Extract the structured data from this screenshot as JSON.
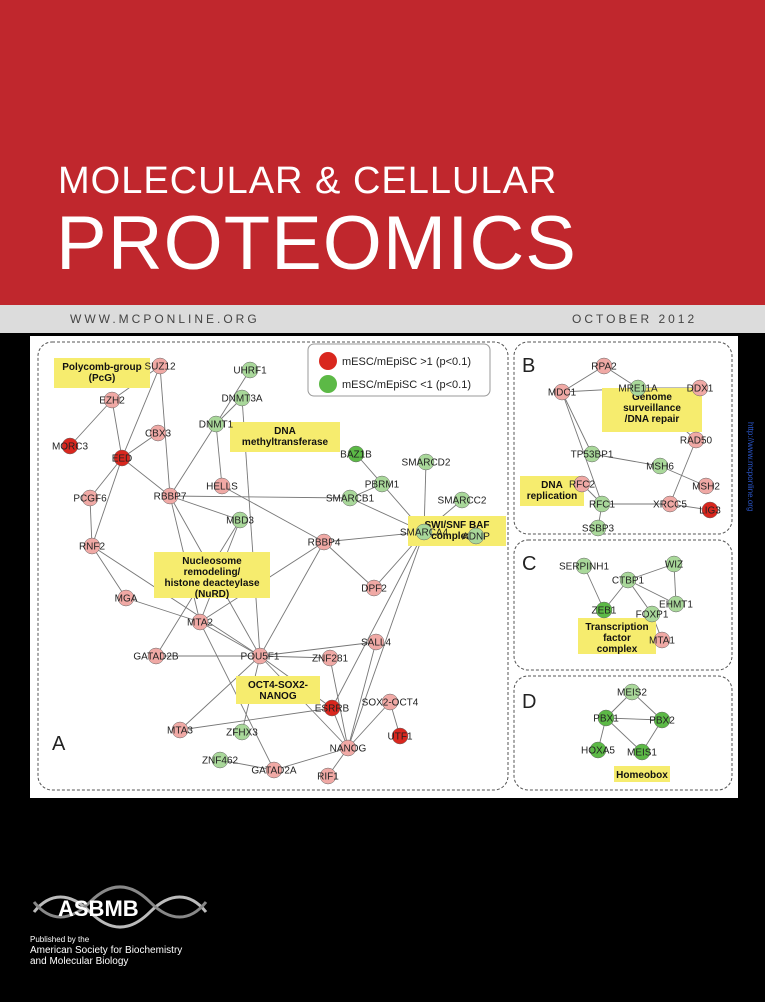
{
  "header": {
    "journal_line1": "MOLECULAR & CELLULAR",
    "journal_line2": "PROTEOMICS",
    "website": "WWW.MCPONLINE.ORG",
    "issue_date": "OCTOBER 2012"
  },
  "figure": {
    "legend": {
      "up_label": "mESC/mEpiSC >1 (p<0.1)",
      "down_label": "mESC/mEpiSC <1 (p<0.1)",
      "up_color": "#d9271e",
      "down_color": "#5cb946"
    },
    "panels": {
      "a": {
        "letter": "A",
        "groups": [
          "Polycomb-group",
          "(PcG)",
          "DNA",
          "methyltransferase",
          "Nucleosome",
          "remodeling/",
          "histone deacteylase",
          "(NuRD)",
          "SWI/SNF BAF",
          "complexes",
          "OCT4-SOX2-",
          "NANOG"
        ],
        "nodes": [
          "SUZ12",
          "UHRF1",
          "EZH2",
          "DNMT3A",
          "DNMT1",
          "MORC3",
          "CBX3",
          "EED",
          "PCGF6",
          "RBBP7",
          "HELLS",
          "MBD3",
          "RNF2",
          "MGA",
          "MTA2",
          "GATAD2B",
          "POU5F1",
          "MTA3",
          "ZFHX3",
          "ZNF462",
          "GATAD2A",
          "RIF1",
          "NANOG",
          "ESRRB",
          "ZNF281",
          "SALL4",
          "SOX2-OCT4",
          "UTF1",
          "DPF2",
          "RBBP4",
          "SMARCB1",
          "PBRM1",
          "BAZ1B",
          "SMARCD2",
          "SMARCC2",
          "SMARCA4",
          "ADNP"
        ]
      },
      "b": {
        "letter": "B",
        "groups": [
          "Genome",
          "surveillance",
          "/DNA repair",
          "DNA",
          "replication"
        ],
        "nodes": [
          "RPA2",
          "MDC1",
          "MRE11A",
          "DDX1",
          "RAD50",
          "TP53BP1",
          "MSH6",
          "MSH2",
          "RFC2",
          "RFC1",
          "XRCC5",
          "LIG3",
          "SSBP3"
        ]
      },
      "c": {
        "letter": "C",
        "groups": [
          "Transcription",
          "factor",
          "complex"
        ],
        "nodes": [
          "SERPINH1",
          "WIZ",
          "CTBP1",
          "ZEB1",
          "FOXP1",
          "EHMT1",
          "MTA1"
        ]
      },
      "d": {
        "letter": "D",
        "groups": [
          "Homeobox"
        ],
        "nodes": [
          "MEIS2",
          "PBX1",
          "PBX2",
          "HOXA5",
          "MEIS1"
        ]
      }
    }
  },
  "side_url": "http://www.mcponline.org",
  "publisher": {
    "logo_text": "ASBMB",
    "line1": "Published by the",
    "line2": "American Society for Biochemistry",
    "line3": "and Molecular Biology"
  }
}
